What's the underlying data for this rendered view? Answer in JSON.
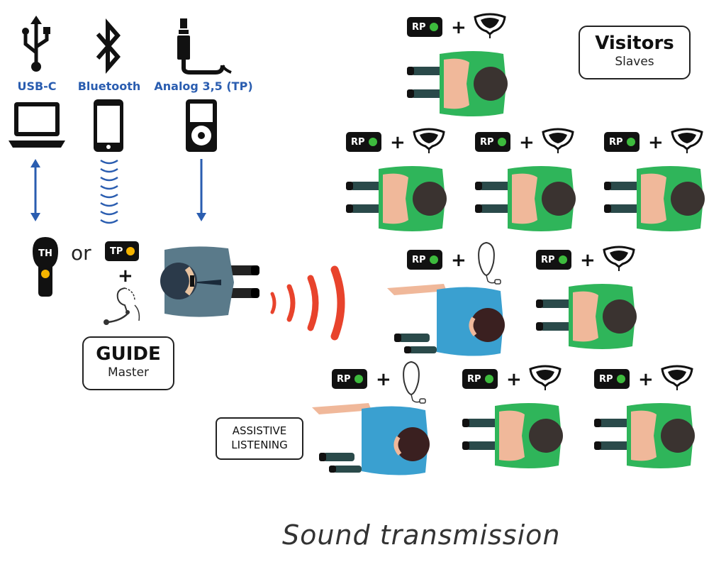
{
  "sources": [
    {
      "label": "USB-C",
      "icon": "usb-icon",
      "device": "laptop-icon"
    },
    {
      "label": "Bluetooth",
      "icon": "bluetooth-icon",
      "device": "smartphone-icon"
    },
    {
      "label": "Analog 3,5 (TP)",
      "icon": "audio-jack-icon",
      "device": "music-player-icon"
    }
  ],
  "guide": {
    "transmitter_handheld": "TH",
    "or_text": "or",
    "transmitter_pocket": "TP",
    "plus": "+",
    "box_title": "GUIDE",
    "box_subtitle": "Master"
  },
  "visitors": {
    "box_title": "Visitors",
    "box_subtitle": "Slaves",
    "receiver_label": "RP",
    "plus": "+"
  },
  "assistive": {
    "line1": "ASSISTIVE",
    "line2": "LISTENING"
  },
  "caption": "Sound transmission",
  "colors": {
    "arrow_blue": "#2a5db0",
    "wave_red": "#e8432c",
    "visitor_green": "#2fb55a",
    "assistive_blue": "#3aa0d0",
    "guide_gray": "#5a7a8a",
    "receiver_led": "#3dbb3d",
    "transmitter_led": "#f5b400"
  }
}
